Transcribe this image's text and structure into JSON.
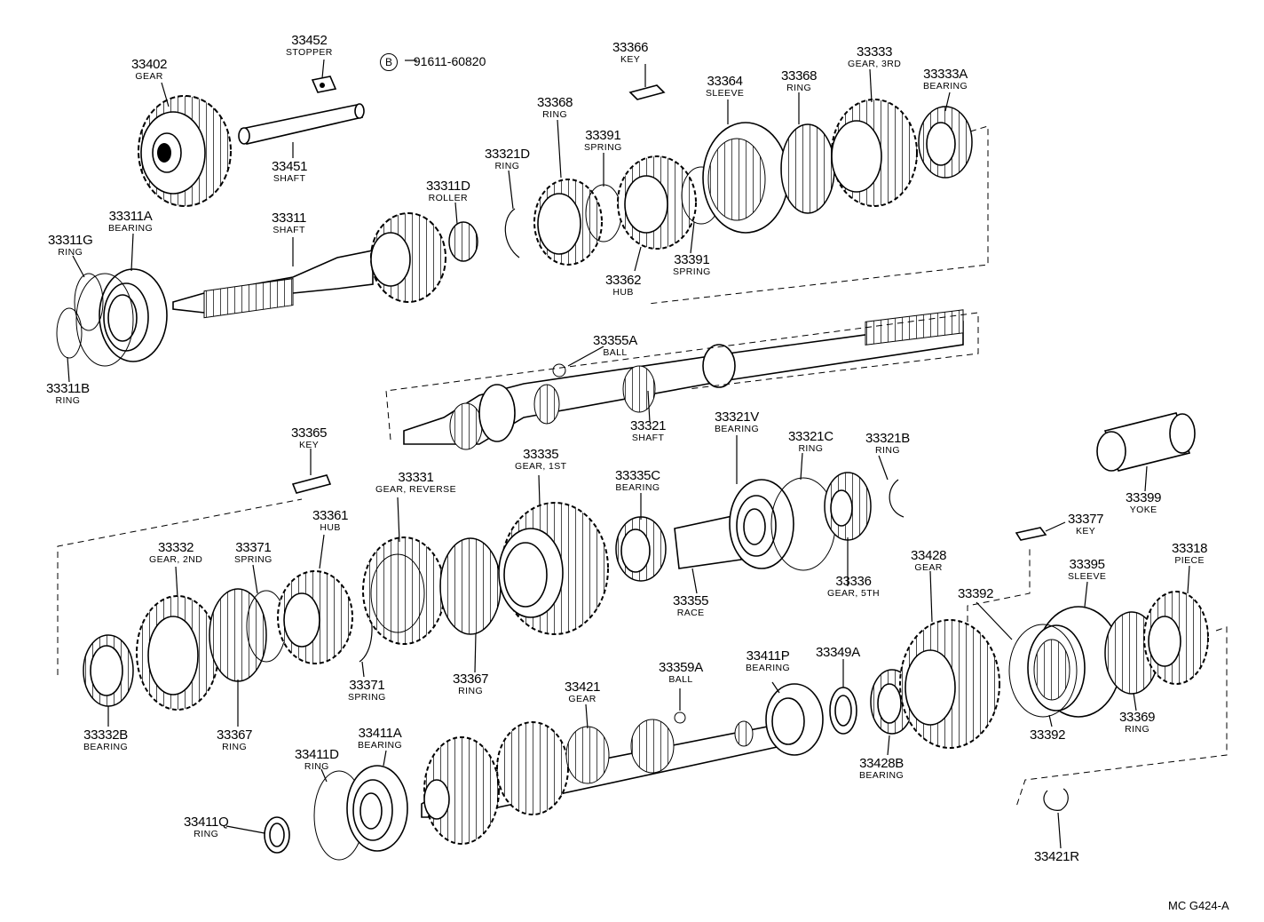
{
  "diagram_code": "MC G424-A",
  "bolt_note": {
    "symbol": "B",
    "part": "91611-60820"
  },
  "parts": [
    {
      "key": "p33402",
      "number": "33402",
      "name": "GEAR"
    },
    {
      "key": "p33452",
      "number": "33452",
      "name": "STOPPER"
    },
    {
      "key": "p33451",
      "number": "33451",
      "name": "SHAFT"
    },
    {
      "key": "p33366",
      "number": "33366",
      "name": "KEY"
    },
    {
      "key": "p33368a",
      "number": "33368",
      "name": "RING"
    },
    {
      "key": "p33391a",
      "number": "33391",
      "name": "SPRING"
    },
    {
      "key": "p33364",
      "number": "33364",
      "name": "SLEEVE"
    },
    {
      "key": "p33368b",
      "number": "33368",
      "name": "RING"
    },
    {
      "key": "p33333",
      "number": "33333",
      "name": "GEAR, 3RD"
    },
    {
      "key": "p33333A",
      "number": "33333A",
      "name": "BEARING"
    },
    {
      "key": "p33321D",
      "number": "33321D",
      "name": "RING"
    },
    {
      "key": "p33311D",
      "number": "33311D",
      "name": "ROLLER"
    },
    {
      "key": "p33311A",
      "number": "33311A",
      "name": "BEARING"
    },
    {
      "key": "p33311",
      "number": "33311",
      "name": "SHAFT"
    },
    {
      "key": "p33311G",
      "number": "33311G",
      "name": "RING"
    },
    {
      "key": "p33362",
      "number": "33362",
      "name": "HUB"
    },
    {
      "key": "p33391b",
      "number": "33391",
      "name": "SPRING"
    },
    {
      "key": "p33311B",
      "number": "33311B",
      "name": "RING"
    },
    {
      "key": "p33355A",
      "number": "33355A",
      "name": "BALL"
    },
    {
      "key": "p33321",
      "number": "33321",
      "name": "SHAFT"
    },
    {
      "key": "p33365",
      "number": "33365",
      "name": "KEY"
    },
    {
      "key": "p33335",
      "number": "33335",
      "name": "GEAR, 1ST"
    },
    {
      "key": "p33321V",
      "number": "33321V",
      "name": "BEARING"
    },
    {
      "key": "p33321C",
      "number": "33321C",
      "name": "RING"
    },
    {
      "key": "p33321B",
      "number": "33321B",
      "name": "RING"
    },
    {
      "key": "p33399",
      "number": "33399",
      "name": "YOKE"
    },
    {
      "key": "p33331",
      "number": "33331",
      "name": "GEAR, REVERSE"
    },
    {
      "key": "p33335C",
      "number": "33335C",
      "name": "BEARING"
    },
    {
      "key": "p33361",
      "number": "33361",
      "name": "HUB"
    },
    {
      "key": "p33332",
      "number": "33332",
      "name": "GEAR, 2ND"
    },
    {
      "key": "p33371a",
      "number": "33371",
      "name": "SPRING"
    },
    {
      "key": "p33377",
      "number": "33377",
      "name": "KEY"
    },
    {
      "key": "p33428",
      "number": "33428",
      "name": "GEAR"
    },
    {
      "key": "p33395",
      "number": "33395",
      "name": "SLEEVE"
    },
    {
      "key": "p33318",
      "number": "33318",
      "name": "PIECE"
    },
    {
      "key": "p33392a",
      "number": "33392",
      "name": ""
    },
    {
      "key": "p33336",
      "number": "33336",
      "name": "GEAR, 5TH"
    },
    {
      "key": "p33355",
      "number": "33355",
      "name": "RACE"
    },
    {
      "key": "p33367a",
      "number": "33367",
      "name": "RING"
    },
    {
      "key": "p33371b",
      "number": "33371",
      "name": "SPRING"
    },
    {
      "key": "p33359A",
      "number": "33359A",
      "name": "BALL"
    },
    {
      "key": "p33411P",
      "number": "33411P",
      "name": "BEARING"
    },
    {
      "key": "p33349A",
      "number": "33349A",
      "name": ""
    },
    {
      "key": "p33421",
      "number": "33421",
      "name": "GEAR"
    },
    {
      "key": "p33332B",
      "number": "33332B",
      "name": "BEARING"
    },
    {
      "key": "p33367b",
      "number": "33367",
      "name": "RING"
    },
    {
      "key": "p33411A",
      "number": "33411A",
      "name": "BEARING"
    },
    {
      "key": "p33411D",
      "number": "33411D",
      "name": "RING"
    },
    {
      "key": "p33392b",
      "number": "33392",
      "name": ""
    },
    {
      "key": "p33369",
      "number": "33369",
      "name": "RING"
    },
    {
      "key": "p33428B",
      "number": "33428B",
      "name": "BEARING"
    },
    {
      "key": "p334110",
      "number": "33411Q",
      "name": "RING"
    },
    {
      "key": "p33421R",
      "number": "33421R",
      "name": ""
    }
  ]
}
